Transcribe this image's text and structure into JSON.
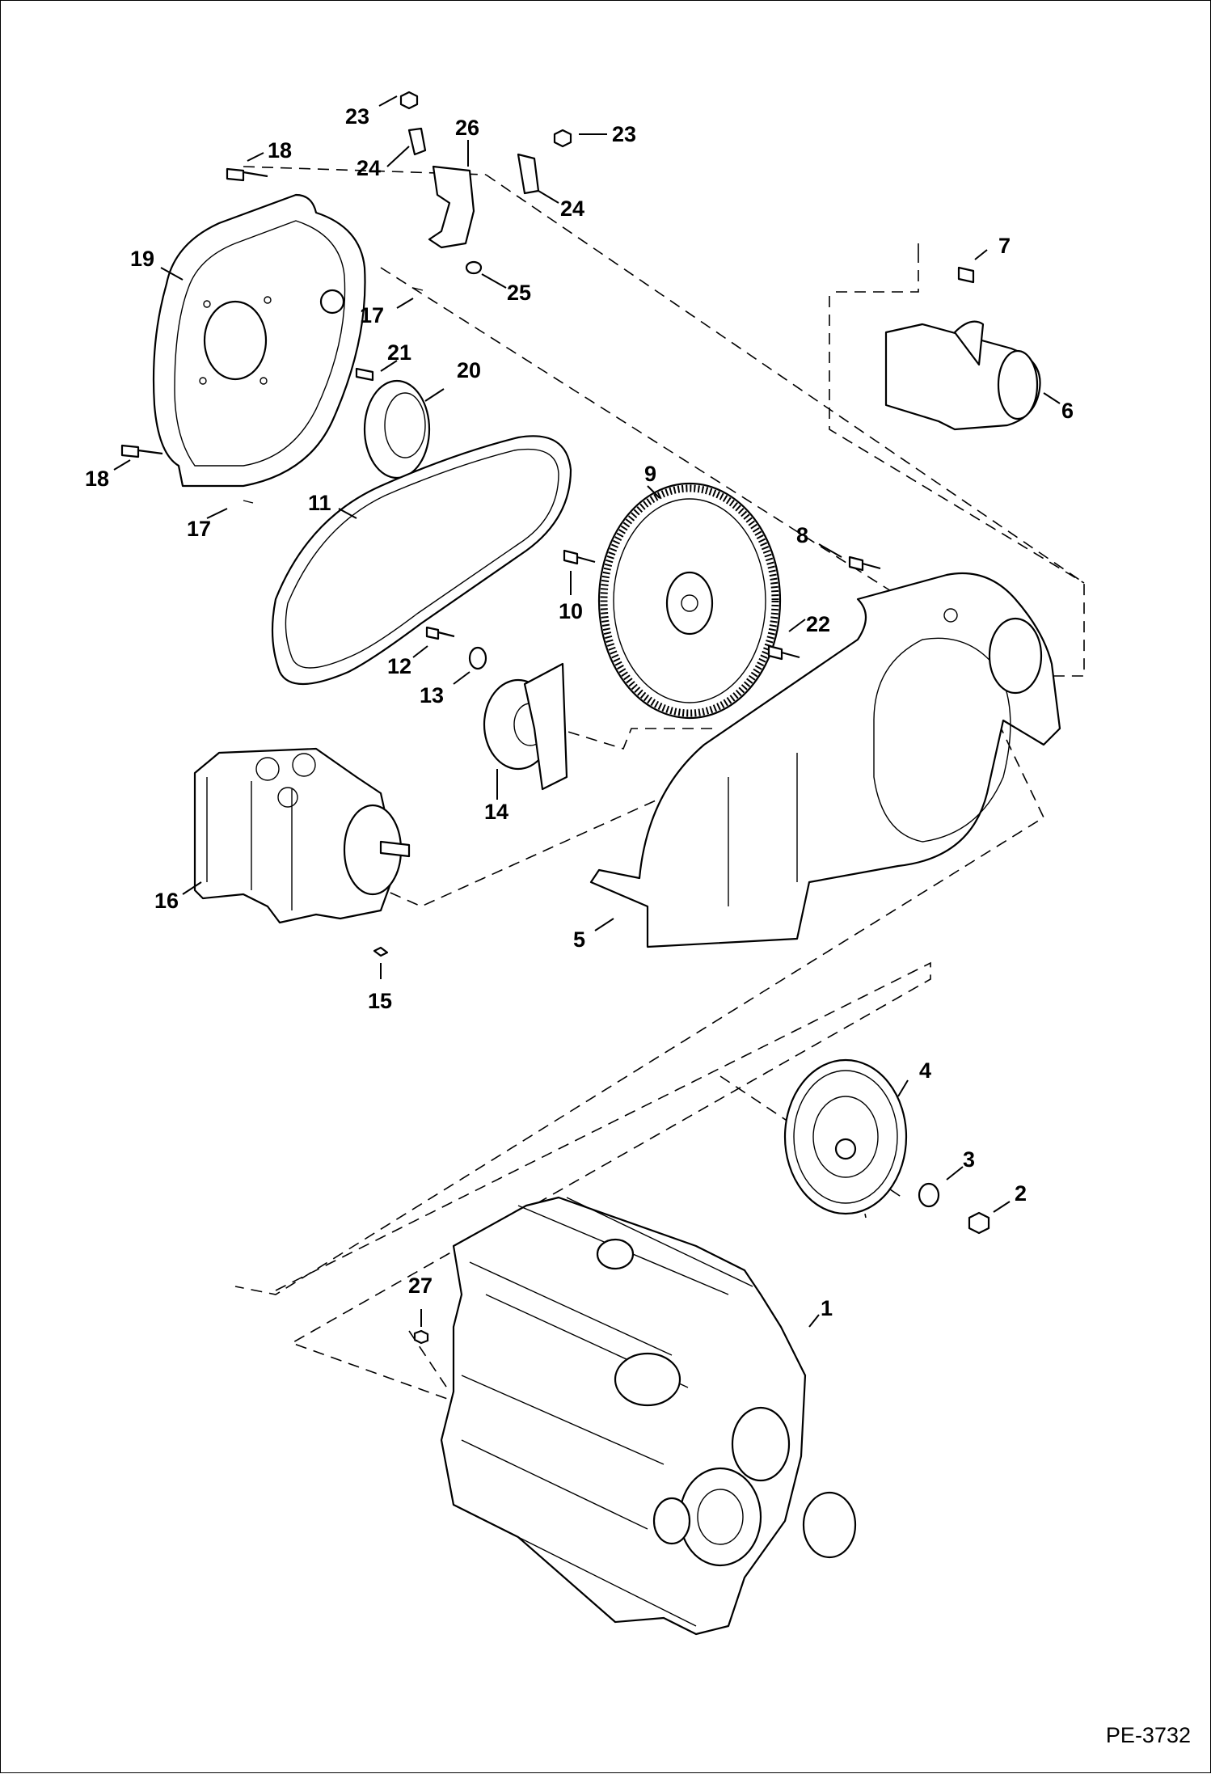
{
  "reference_code": "PE-3732",
  "callouts": [
    {
      "id": "c23a",
      "text": "23"
    },
    {
      "id": "c26",
      "text": "26"
    },
    {
      "id": "c23b",
      "text": "23"
    },
    {
      "id": "c18a",
      "text": "18"
    },
    {
      "id": "c24a",
      "text": "24"
    },
    {
      "id": "c24b",
      "text": "24"
    },
    {
      "id": "c19",
      "text": "19"
    },
    {
      "id": "c25",
      "text": "25"
    },
    {
      "id": "c7",
      "text": "7"
    },
    {
      "id": "c17a",
      "text": "17"
    },
    {
      "id": "c21",
      "text": "21"
    },
    {
      "id": "c20",
      "text": "20"
    },
    {
      "id": "c6",
      "text": "6"
    },
    {
      "id": "c9",
      "text": "9"
    },
    {
      "id": "c18b",
      "text": "18"
    },
    {
      "id": "c11",
      "text": "11"
    },
    {
      "id": "c17b",
      "text": "17"
    },
    {
      "id": "c8",
      "text": "8"
    },
    {
      "id": "c10",
      "text": "10"
    },
    {
      "id": "c22",
      "text": "22"
    },
    {
      "id": "c12",
      "text": "12"
    },
    {
      "id": "c13",
      "text": "13"
    },
    {
      "id": "c14",
      "text": "14"
    },
    {
      "id": "c16",
      "text": "16"
    },
    {
      "id": "c5",
      "text": "5"
    },
    {
      "id": "c15",
      "text": "15"
    },
    {
      "id": "c4",
      "text": "4"
    },
    {
      "id": "c3",
      "text": "3"
    },
    {
      "id": "c2",
      "text": "2"
    },
    {
      "id": "c27",
      "text": "27"
    },
    {
      "id": "c1",
      "text": "1"
    }
  ]
}
